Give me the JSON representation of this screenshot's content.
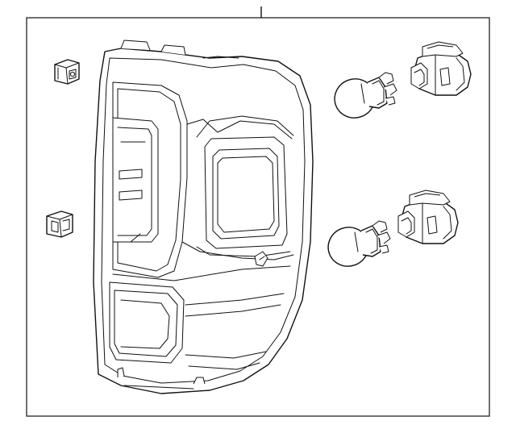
{
  "diagram": {
    "parts": [
      {
        "id": "tail-lamp-assembly",
        "kind": "lamp housing"
      },
      {
        "id": "clip-upper",
        "kind": "retainer clip"
      },
      {
        "id": "clip-lower",
        "kind": "retainer clip"
      },
      {
        "id": "bulb-upper",
        "kind": "wedge bulb"
      },
      {
        "id": "socket-upper",
        "kind": "bulb socket"
      },
      {
        "id": "bulb-lower",
        "kind": "wedge bulb"
      },
      {
        "id": "socket-lower",
        "kind": "bulb socket"
      }
    ],
    "colors": {
      "line": "#111111",
      "frame": "#222222",
      "background": "#ffffff"
    }
  }
}
